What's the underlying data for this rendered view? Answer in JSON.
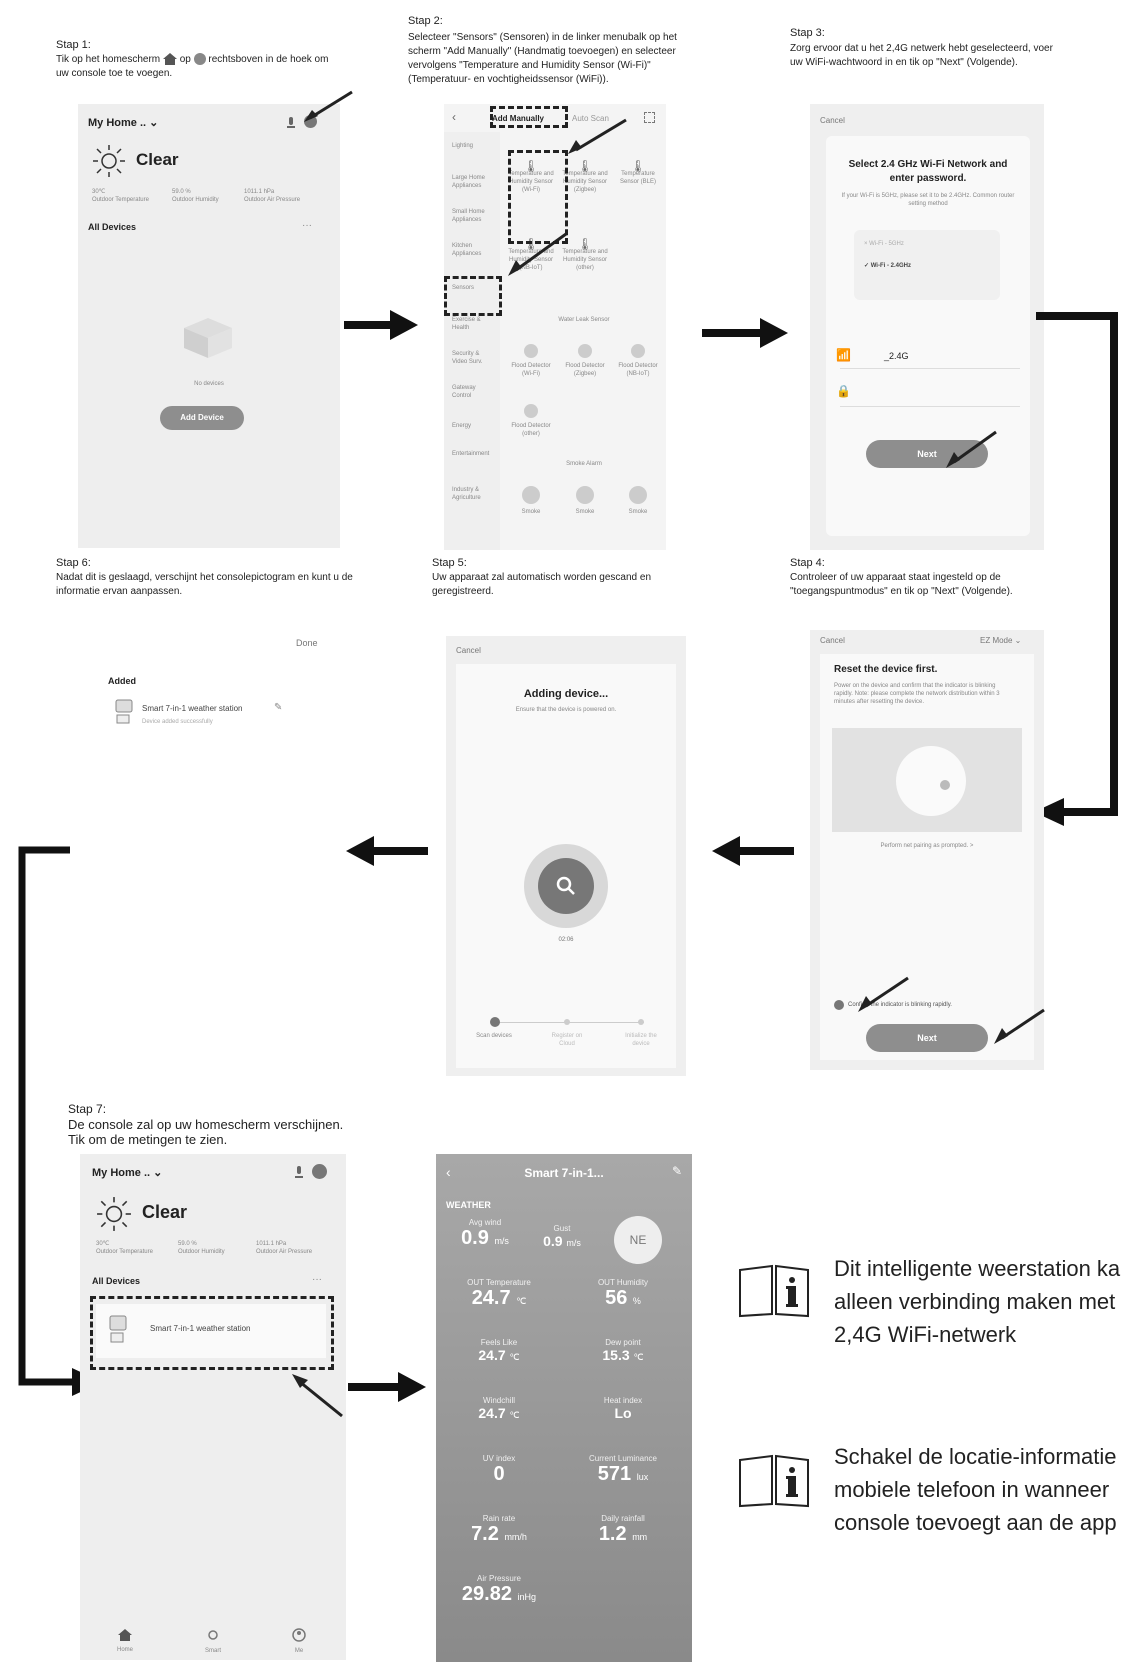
{
  "steps": {
    "s1": {
      "title": "Stap 1:",
      "desc_a": "Tik op het homescherm",
      "desc_b": "op",
      "desc_c": "rechtsboven in de hoek om",
      "desc_d": "uw console toe te voegen."
    },
    "s2": {
      "title": "Stap 2:",
      "desc": [
        "Selecteer \"Sensors\" (Sensoren) in de linker menubalk op het",
        "scherm \"Add Manually\" (Handmatig toevoegen) en selecteer",
        "vervolgens \"Temperature and Humidity Sensor (Wi-Fi)\"",
        "(Temperatuur- en vochtigheidssensor (WiFi))."
      ]
    },
    "s3": {
      "title": "Stap 3:",
      "desc": [
        "Zorg ervoor dat u het 2,4G netwerk hebt geselecteerd, voer",
        "uw WiFi-wachtwoord in en tik op \"Next\" (Volgende)."
      ]
    },
    "s4": {
      "title": "Stap 4:",
      "desc": [
        "Controleer of uw apparaat staat ingesteld op de",
        "\"toegangspuntmodus\" en tik op \"Next\" (Volgende)."
      ]
    },
    "s5": {
      "title": "Stap 5:",
      "desc": [
        "Uw apparaat zal automatisch worden gescand en",
        "geregistreerd."
      ]
    },
    "s6": {
      "title": "Stap 6:",
      "desc": [
        "Nadat dit is geslaagd, verschijnt het consolepictogram en kunt u de",
        "informatie ervan aanpassen."
      ]
    },
    "s7": {
      "title": "Stap 7:",
      "desc": [
        "De console zal op uw homescherm verschijnen.",
        "Tik om de metingen te zien."
      ]
    }
  },
  "phone1": {
    "home": "My Home .. ⌄",
    "weather": "Clear",
    "stats": [
      {
        "v": "30℃",
        "l": "Outdoor Temperature"
      },
      {
        "v": "59.0 %",
        "l": "Outdoor Humidity"
      },
      {
        "v": "1011.1 hPa",
        "l": "Outdoor Air Pressure"
      }
    ],
    "all_devices": "All Devices",
    "more": "···",
    "no_devices": "No devices",
    "add_device": "Add Device"
  },
  "phone2": {
    "tab_manual": "Add Manually",
    "tab_auto": "Auto Scan",
    "menu": [
      "Lighting",
      "Large Home Appliances",
      "Small Home Appliances",
      "Kitchen Appliances",
      "Sensors",
      "Exercise & Health",
      "Security & Video Surv.",
      "Gateway Control",
      "Energy",
      "Entertainment",
      "Industry & Agriculture"
    ],
    "row1": [
      "Temperature and Humidity Sensor (Wi-Fi)",
      "Temperature and Humidity Sensor (Zigbee)",
      "Temperature Sensor (BLE)"
    ],
    "row2": [
      "Temperature and Humidity Sensor (NB-IoT)",
      "Temperature and Humidity Sensor (other)"
    ],
    "water_leak": "Water Leak Sensor",
    "row3": [
      "Flood Detector (Wi-Fi)",
      "Flood Detector (Zigbee)",
      "Flood Detector (NB-IoT)"
    ],
    "row4": [
      "Flood Detector (other)"
    ],
    "smoke_alarm": "Smoke Alarm",
    "row5": [
      "Smoke",
      "Smoke",
      "Smoke"
    ]
  },
  "phone3": {
    "cancel": "Cancel",
    "title": "Select 2.4 GHz Wi-Fi Network and enter password.",
    "sub": "If your Wi-Fi is 5GHz, please set it to be 2.4GHz. Common router setting method",
    "net1": "× Wi-Fi - 5GHz",
    "net2": "✓ Wi-Fi - 2.4GHz",
    "ssid": "_2.4G",
    "next": "Next"
  },
  "phone4": {
    "cancel": "Cancel",
    "mode": "EZ Mode ⌄",
    "title": "Reset the device first.",
    "desc": "Power on the device and confirm that the indicator is blinking rapidly. Note: please complete the network distribution within 3 minutes after resetting the device.",
    "link": "Perform net pairing as prompted. >",
    "confirm": "Confirm the indicator is blinking rapidly.",
    "next": "Next"
  },
  "phone5": {
    "cancel": "Cancel",
    "title": "Adding device...",
    "sub": "Ensure that the device is powered on.",
    "time": "02:06",
    "steps": [
      "Scan devices",
      "Register on Cloud",
      "Initialize the device"
    ]
  },
  "phone6": {
    "done": "Done",
    "added": "Added",
    "device": "Smart 7-in-1 weather station",
    "success": "Device added successfully"
  },
  "phone7": {
    "home": "My Home .. ⌄",
    "weather": "Clear",
    "stats": [
      {
        "v": "30℃",
        "l": "Outdoor Temperature"
      },
      {
        "v": "59.0 %",
        "l": "Outdoor Humidity"
      },
      {
        "v": "1011.1 hPa",
        "l": "Outdoor Air Pressure"
      }
    ],
    "all_devices": "All Devices",
    "more": "···",
    "device": "Smart 7-in-1 weather station",
    "nav": [
      "Home",
      "Smart",
      "Me"
    ]
  },
  "phone8": {
    "title": "Smart 7-in-1...",
    "section": "WEATHER",
    "avg_wind_l": "Avg wind",
    "avg_wind_v": "0.9",
    "avg_wind_u": "m/s",
    "gust_l": "Gust",
    "gust_v": "0.9",
    "gust_u": "m/s",
    "dir": "NE",
    "tiles": [
      {
        "l": "OUT Temperature",
        "v": "24.7",
        "u": "℃"
      },
      {
        "l": "OUT Humidity",
        "v": "56",
        "u": "%"
      },
      {
        "l": "Feels Like",
        "v": "24.7",
        "u": "℃"
      },
      {
        "l": "Dew point",
        "v": "15.3",
        "u": "℃"
      },
      {
        "l": "Windchill",
        "v": "24.7",
        "u": "℃"
      },
      {
        "l": "Heat index",
        "v": "Lo",
        "u": ""
      },
      {
        "l": "UV index",
        "v": "0",
        "u": ""
      },
      {
        "l": "Current Luminance",
        "v": "571",
        "u": "lux"
      },
      {
        "l": "Rain rate",
        "v": "7.2",
        "u": "mm/h"
      },
      {
        "l": "Daily rainfall",
        "v": "1.2",
        "u": "mm"
      }
    ],
    "pressure_l": "Air Pressure",
    "pressure_v": "29.82",
    "pressure_u": "inHg"
  },
  "notes": {
    "n1": [
      "Dit intelligente weerstation ka",
      "alleen verbinding maken met",
      "2,4G WiFi-netwerk"
    ],
    "n2": [
      "Schakel de locatie-informatie",
      "mobiele telefoon in wanneer",
      "console toevoegt aan de app"
    ]
  }
}
